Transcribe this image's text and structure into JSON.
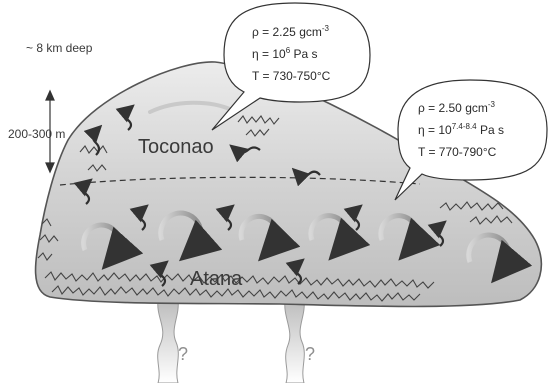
{
  "depth_note": "~ 8 km deep",
  "scale_label": "200-300 m",
  "upper_body": {
    "name": "Toconao",
    "properties": {
      "density_prefix": "ρ = 2.25 gcm",
      "density_exp": "-3",
      "viscosity_prefix": "η = 10",
      "viscosity_exp": "6",
      "viscosity_suffix": " Pa s",
      "temperature": "T = 730-750°C"
    }
  },
  "lower_body": {
    "name": "Atana",
    "properties": {
      "density_prefix": "ρ = 2.50 gcm",
      "density_exp": "-3",
      "viscosity_prefix": "η = 10",
      "viscosity_exp": "7.4-8.4",
      "viscosity_suffix": " Pa s",
      "temperature": "T = 770-790°C"
    }
  },
  "feeder_labels": [
    "?",
    "?"
  ],
  "colors": {
    "chamber_top": "#e6e6e6",
    "chamber_bottom": "#bdbdbd",
    "outline": "#555555",
    "text": "#3a3a3a",
    "label_gray": "#8f8f8f"
  }
}
